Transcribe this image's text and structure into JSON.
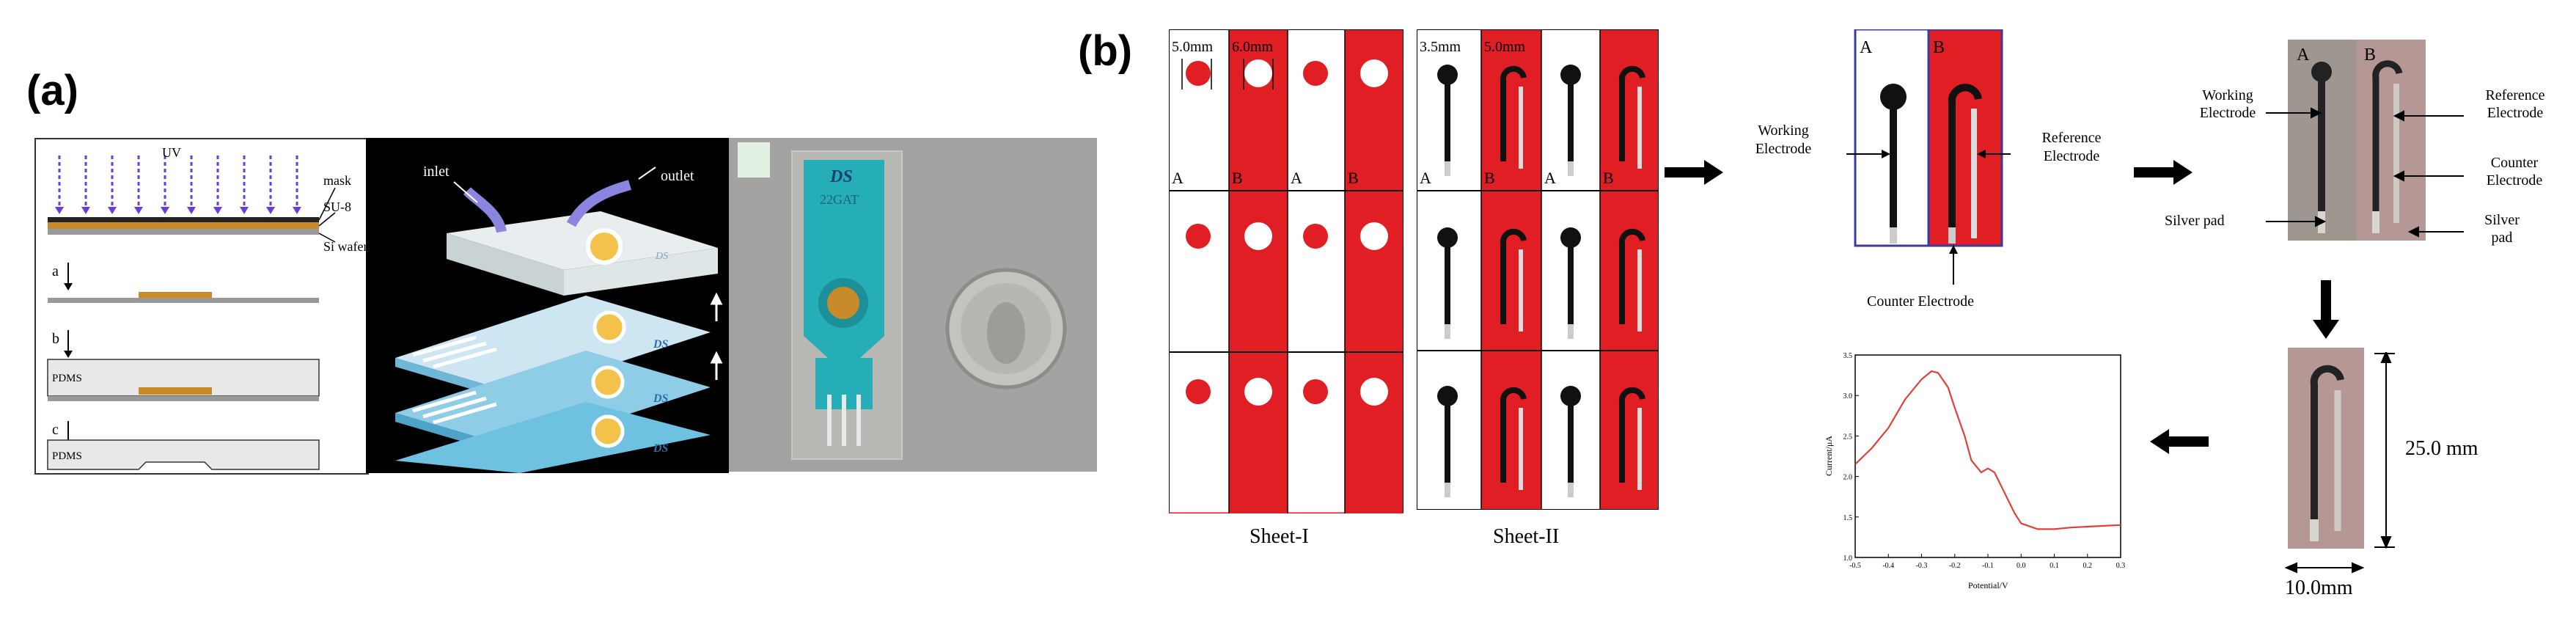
{
  "panel_a": {
    "label": "(a)",
    "fab": {
      "uv": "UV",
      "mask": "mask",
      "su8": "SU-8",
      "wafer": "Si wafer",
      "steps": [
        "a",
        "b",
        "c"
      ],
      "pdms": "PDMS"
    },
    "device": {
      "inlet": "inlet",
      "outlet": "outlet",
      "layer_text": "DS",
      "chip_text": "DS",
      "chip_subtext": "22GAT"
    }
  },
  "panel_b": {
    "label": "(b)",
    "sheet1": {
      "title": "Sheet-I",
      "dim1": "5.0mm",
      "dim2": "6.0mm",
      "cols": [
        "A",
        "B",
        "A",
        "B"
      ]
    },
    "sheet2": {
      "title": "Sheet-II",
      "dim1": "3.5mm",
      "dim2": "5.0mm",
      "cols": [
        "A",
        "B",
        "A",
        "B"
      ]
    },
    "electrodes": {
      "A": "A",
      "B": "B",
      "working": "Working Electrode",
      "reference": "Reference Electrode",
      "counter": "Counter Electrode"
    },
    "photo": {
      "A": "A",
      "B": "B",
      "working": "Working Electrode",
      "reference": "Reference Electrode",
      "counter": "Counter Electrode",
      "silver_left": "Silver pad",
      "silver_right": "Silver pad"
    },
    "dims": {
      "height": "25.0 mm",
      "width": "10.0mm"
    },
    "cv_plot": {
      "type": "line",
      "xlabel": "Potential/V",
      "ylabel": "Current/μA",
      "xlim": [
        -0.5,
        0.3
      ],
      "ylim": [
        1.0,
        3.5
      ],
      "xticks": [
        "-0.5",
        "-0.4",
        "-0.3",
        "-0.2",
        "-0.1",
        "0.0",
        "0.1",
        "0.2",
        "0.3"
      ],
      "yticks": [
        "1.0",
        "1.5",
        "2.0",
        "2.5",
        "3.0",
        "3.5"
      ],
      "series": [
        {
          "color": "#e0403a",
          "x": [
            -0.5,
            -0.45,
            -0.4,
            -0.35,
            -0.3,
            -0.27,
            -0.25,
            -0.22,
            -0.2,
            -0.17,
            -0.15,
            -0.12,
            -0.1,
            -0.08,
            -0.05,
            -0.02,
            0.0,
            0.05,
            0.1,
            0.15,
            0.2,
            0.25,
            0.3
          ],
          "y": [
            2.15,
            2.35,
            2.6,
            2.95,
            3.2,
            3.3,
            3.28,
            3.1,
            2.85,
            2.5,
            2.2,
            2.05,
            2.1,
            2.05,
            1.8,
            1.55,
            1.42,
            1.35,
            1.35,
            1.37,
            1.38,
            1.39,
            1.4
          ]
        }
      ]
    }
  }
}
